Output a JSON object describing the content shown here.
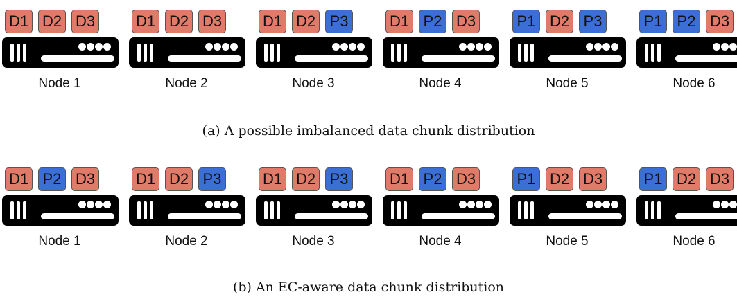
{
  "colors": {
    "data_chunk": "#E07B6A",
    "parity_chunk": "#3B6FD6",
    "server": "#000000"
  },
  "panels": [
    {
      "caption": "(a) A possible imbalanced data chunk distribution",
      "nodes": [
        {
          "label": "Node 1",
          "chunks": [
            {
              "text": "D1",
              "kind": "data"
            },
            {
              "text": "D2",
              "kind": "data"
            },
            {
              "text": "D3",
              "kind": "data"
            }
          ]
        },
        {
          "label": "Node 2",
          "chunks": [
            {
              "text": "D1",
              "kind": "data"
            },
            {
              "text": "D2",
              "kind": "data"
            },
            {
              "text": "D3",
              "kind": "data"
            }
          ]
        },
        {
          "label": "Node 3",
          "chunks": [
            {
              "text": "D1",
              "kind": "data"
            },
            {
              "text": "D2",
              "kind": "data"
            },
            {
              "text": "P3",
              "kind": "parity"
            }
          ]
        },
        {
          "label": "Node 4",
          "chunks": [
            {
              "text": "D1",
              "kind": "data"
            },
            {
              "text": "P2",
              "kind": "parity"
            },
            {
              "text": "D3",
              "kind": "data"
            }
          ]
        },
        {
          "label": "Node 5",
          "chunks": [
            {
              "text": "P1",
              "kind": "parity"
            },
            {
              "text": "D2",
              "kind": "data"
            },
            {
              "text": "P3",
              "kind": "parity"
            }
          ]
        },
        {
          "label": "Node 6",
          "chunks": [
            {
              "text": "P1",
              "kind": "parity"
            },
            {
              "text": "P2",
              "kind": "parity"
            },
            {
              "text": "D3",
              "kind": "data"
            }
          ]
        }
      ]
    },
    {
      "caption": "(b) An EC-aware data chunk distribution",
      "nodes": [
        {
          "label": "Node 1",
          "chunks": [
            {
              "text": "D1",
              "kind": "data"
            },
            {
              "text": "P2",
              "kind": "parity"
            },
            {
              "text": "D3",
              "kind": "data"
            }
          ]
        },
        {
          "label": "Node 2",
          "chunks": [
            {
              "text": "D1",
              "kind": "data"
            },
            {
              "text": "D2",
              "kind": "data"
            },
            {
              "text": "P3",
              "kind": "parity"
            }
          ]
        },
        {
          "label": "Node 3",
          "chunks": [
            {
              "text": "D1",
              "kind": "data"
            },
            {
              "text": "D2",
              "kind": "data"
            },
            {
              "text": "P3",
              "kind": "parity"
            }
          ]
        },
        {
          "label": "Node 4",
          "chunks": [
            {
              "text": "D1",
              "kind": "data"
            },
            {
              "text": "P2",
              "kind": "parity"
            },
            {
              "text": "D3",
              "kind": "data"
            }
          ]
        },
        {
          "label": "Node 5",
          "chunks": [
            {
              "text": "P1",
              "kind": "parity"
            },
            {
              "text": "D2",
              "kind": "data"
            },
            {
              "text": "D3",
              "kind": "data"
            }
          ]
        },
        {
          "label": "Node 6",
          "chunks": [
            {
              "text": "P1",
              "kind": "parity"
            },
            {
              "text": "D2",
              "kind": "data"
            },
            {
              "text": "D3",
              "kind": "data"
            }
          ]
        }
      ]
    }
  ]
}
